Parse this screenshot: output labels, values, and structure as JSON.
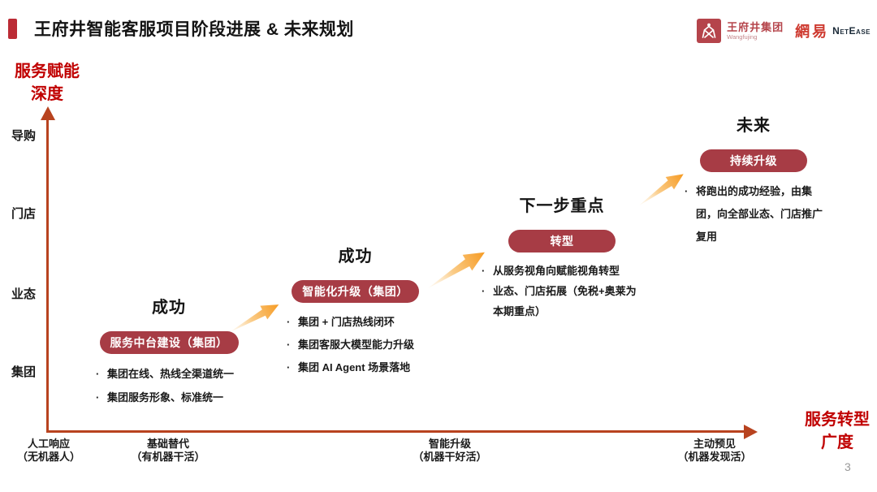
{
  "header": {
    "title": "王府井智能客服项目阶段进展 & 未来规划"
  },
  "logos": {
    "wangfujing": {
      "name": "王府井集团",
      "sub": "Wangfujing"
    },
    "netease": {
      "cn": "網易",
      "en": "NetEase"
    }
  },
  "y_axis": {
    "title_line1": "服务赋能",
    "title_line2": "深度",
    "labels": [
      "导购",
      "门店",
      "业态",
      "集团"
    ]
  },
  "x_axis": {
    "title_line1": "服务转型",
    "title_line2": "广度",
    "labels": [
      {
        "main": "人工响应",
        "sub": "（无机器人）"
      },
      {
        "main": "基础替代",
        "sub": "（有机器干活）"
      },
      {
        "main": "智能升级",
        "sub": "（机器干好活）"
      },
      {
        "main": "主动预见",
        "sub": "（机器发现活）"
      }
    ]
  },
  "stages": [
    {
      "heading": "成功",
      "badge": "服务中台建设（集团）",
      "bullets": [
        "集团在线、热线全渠道统一",
        "集团服务形象、标准统一"
      ]
    },
    {
      "heading": "成功",
      "badge": "智能化升级（集团）",
      "bullets": [
        "集团 + 门店热线闭环",
        "集团客服大模型能力升级",
        "集团 AI Agent 场景落地"
      ]
    },
    {
      "heading": "下一步重点",
      "badge": "转型",
      "bullets": [
        "从服务视角向赋能视角转型",
        "业态、门店拓展（免税+奥莱为\n本期重点）"
      ]
    },
    {
      "heading": "未来",
      "badge": "持续升级",
      "bullets": [
        "将跑出的成功经验，由集\n团，向全部业态、门店推广\n复用"
      ]
    }
  ],
  "page_number": "3",
  "colors": {
    "accent_bar": "#BB2B35",
    "badge": "#A73C45",
    "axis_line": "#B8431F",
    "axis_title": "#C00000",
    "arrow": "#F69B23"
  }
}
